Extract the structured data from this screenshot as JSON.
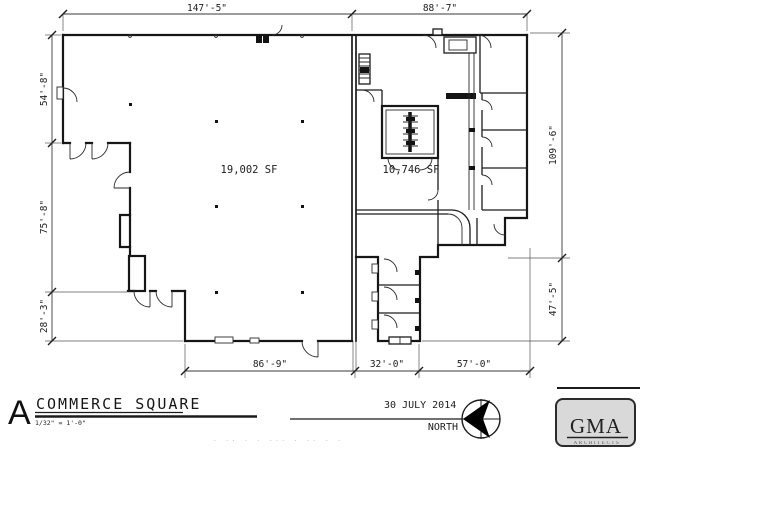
{
  "drawing": {
    "sheet_letter": "A",
    "title": "COMMERCE SQUARE",
    "scale": "1/32\" = 1'-0\"",
    "date": "30 JULY 2014",
    "north_label": "NORTH"
  },
  "areas": {
    "left_building_sf": "19,002 SF",
    "right_building_sf": "10,746 SF"
  },
  "dimensions": {
    "top_left": "147'-5\"",
    "top_right": "88'-7\"",
    "left_upper": "54'-8\"",
    "left_middle": "75'-8\"",
    "left_lower": "28'-3\"",
    "right_upper": "109'-6\"",
    "right_lower": "47'-5\"",
    "bottom_left": "86'-9\"",
    "bottom_middle": "32'-0\"",
    "bottom_right": "57'-0\""
  },
  "logo": {
    "name": "GMA",
    "subtext": "ARCHITECTS"
  },
  "decor": {
    "faint_marks": "· ·· · · ··· · ·· · ·"
  },
  "colors": {
    "ink": "#161616",
    "dimension_line": "#3a3a3a",
    "logo_background": "#d9d9d9",
    "paper": "#ffffff"
  }
}
